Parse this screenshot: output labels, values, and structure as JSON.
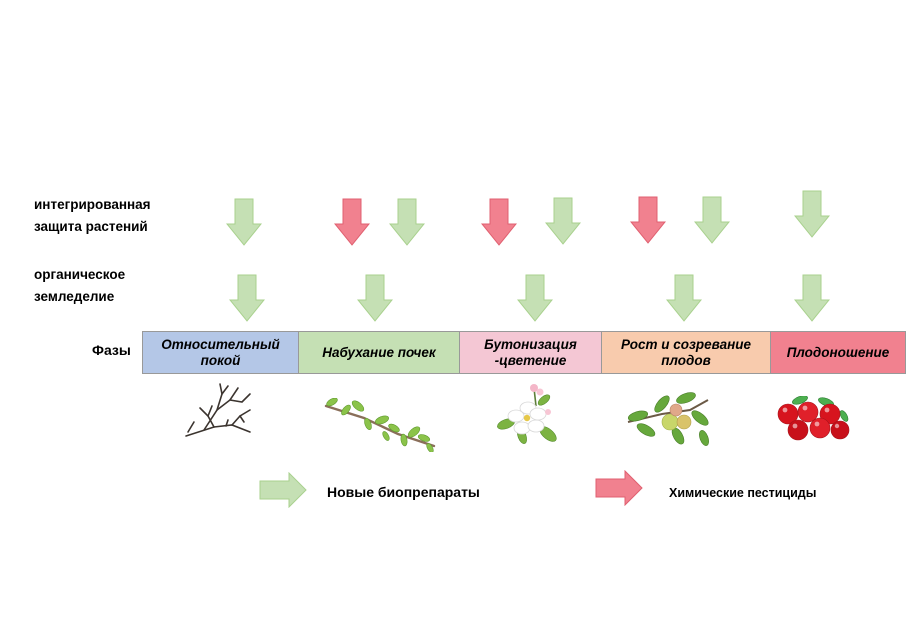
{
  "rows": {
    "ipm": {
      "line1": "интегрированная",
      "line2": "защита растений"
    },
    "organic": {
      "line1": "органическое",
      "line2": "земледелие"
    },
    "phases_label": "Фазы"
  },
  "phases": [
    {
      "line1": "Относительный",
      "line2": "покой",
      "color": "#b4c7e7"
    },
    {
      "line1": "Набухание почек",
      "line2": "",
      "color": "#c5e0b4"
    },
    {
      "line1": "Бутонизация",
      "line2": "-цветение",
      "color": "#f4c7d4"
    },
    {
      "line1": "Рост и созревание",
      "line2": "плодов",
      "color": "#f8cbad"
    },
    {
      "line1": "Плодоношение",
      "line2": "",
      "color": "#f1818f"
    }
  ],
  "colors": {
    "bio_arrow": "#c5e0b4",
    "bio_arrow_stroke": "#a9d18e",
    "chem_arrow": "#f1818f",
    "chem_arrow_stroke": "#e06070"
  },
  "legend": {
    "bio": "Новые биопрепараты",
    "chem": "Химические пестициды"
  },
  "icons": {
    "phase1": "bare-branch-icon",
    "phase2": "budding-branch-icon",
    "phase3": "apple-blossom-icon",
    "phase4": "young-apples-icon",
    "phase5": "ripe-apples-icon"
  }
}
